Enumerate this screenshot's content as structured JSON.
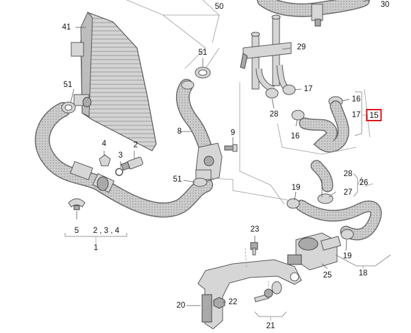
{
  "diagram": {
    "highlight_color": "#d9161b",
    "callouts": [
      {
        "id": "n50",
        "text": "50"
      },
      {
        "id": "n30",
        "text": "30"
      },
      {
        "id": "n41",
        "text": "41"
      },
      {
        "id": "n51a",
        "text": "51"
      },
      {
        "id": "n29",
        "text": "29"
      },
      {
        "id": "n51b",
        "text": "51"
      },
      {
        "id": "n17a",
        "text": "17"
      },
      {
        "id": "n16a",
        "text": "16"
      },
      {
        "id": "n28a",
        "text": "28"
      },
      {
        "id": "n17b",
        "text": "17"
      },
      {
        "id": "n15",
        "text": "15"
      },
      {
        "id": "n8",
        "text": "8"
      },
      {
        "id": "n9",
        "text": "9"
      },
      {
        "id": "n16b",
        "text": "16"
      },
      {
        "id": "n4a",
        "text": "4"
      },
      {
        "id": "n3",
        "text": "3"
      },
      {
        "id": "n2",
        "text": "2"
      },
      {
        "id": "n51c",
        "text": "51"
      },
      {
        "id": "n28b",
        "text": "28"
      },
      {
        "id": "n26",
        "text": "26"
      },
      {
        "id": "n27",
        "text": "27"
      },
      {
        "id": "n19a",
        "text": "19"
      },
      {
        "id": "n5",
        "text": "5"
      },
      {
        "id": "n234",
        "text": "2 , 3 , 4"
      },
      {
        "id": "n1",
        "text": "1"
      },
      {
        "id": "n23",
        "text": "23"
      },
      {
        "id": "n19b",
        "text": "19"
      },
      {
        "id": "n25",
        "text": "25"
      },
      {
        "id": "n18",
        "text": "18"
      },
      {
        "id": "n20",
        "text": "20"
      },
      {
        "id": "n22",
        "text": "22"
      },
      {
        "id": "n21",
        "text": "21"
      }
    ]
  }
}
